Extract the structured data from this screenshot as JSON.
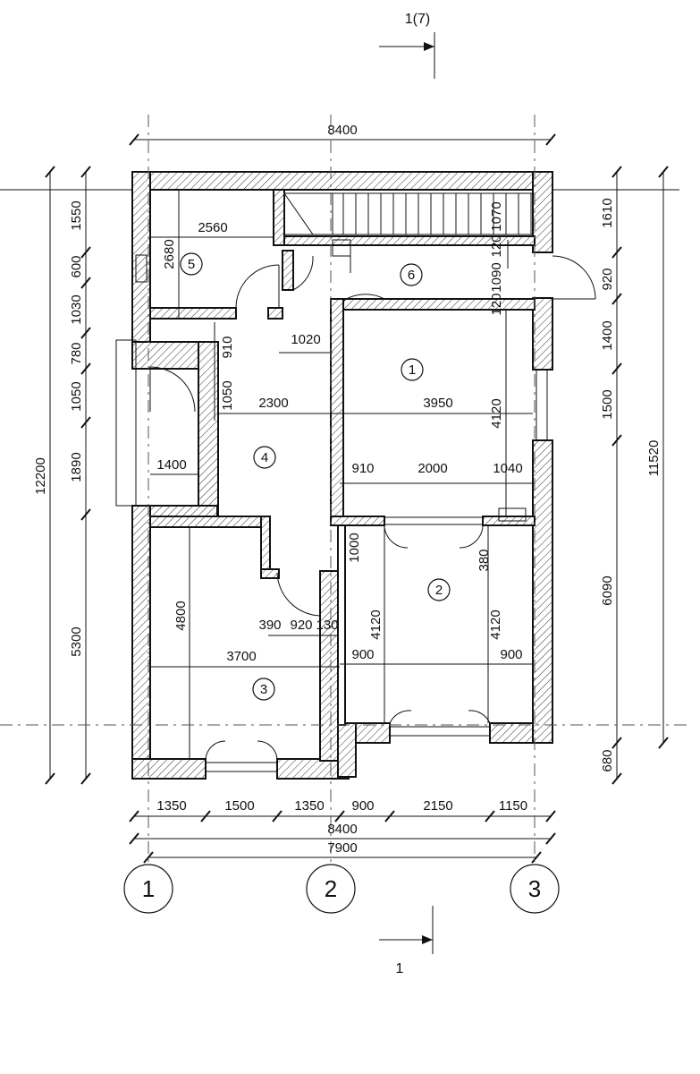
{
  "section_marks": {
    "top": "1(7)",
    "bottom": "1"
  },
  "rooms": [
    {
      "id": "room-1",
      "label": "1"
    },
    {
      "id": "room-2",
      "label": "2"
    },
    {
      "id": "room-3",
      "label": "3"
    },
    {
      "id": "room-4",
      "label": "4"
    },
    {
      "id": "room-5",
      "label": "5"
    },
    {
      "id": "room-6",
      "label": "6"
    }
  ],
  "axes": {
    "a1": "1",
    "a2": "2",
    "a3": "3"
  },
  "dims": {
    "top_overall": "8400",
    "bottom_overall": "8400",
    "bottom_axes": "7900",
    "bottom_chain": [
      "1350",
      "1500",
      "1350",
      "900",
      "2150",
      "1150"
    ],
    "left_overall": "12200",
    "left_chain": [
      "1550",
      "600",
      "1030",
      "780",
      "1050",
      "1890",
      "5300"
    ],
    "right_overall": "11520",
    "right_chain": [
      "1610",
      "920",
      "1400",
      "1500",
      "6090",
      "680"
    ],
    "room5_w": "2560",
    "room5_h": "2680",
    "corr_1020": "1020",
    "corr_910": "910",
    "corr_1050": "1050",
    "corr_2300": "2300",
    "stair_1070": "1070",
    "stair_120a": "120",
    "stair_1090": "1090",
    "stair_120b": "120",
    "r1_3950": "3950",
    "r1_4120": "4120",
    "r1_910": "910",
    "r1_2000": "2000",
    "r1_1040": "1040",
    "ent_1400": "1400",
    "r4_1000": "1000",
    "r2_380": "380",
    "r3_4800": "4800",
    "r3_3700": "3700",
    "r3_390": "390",
    "r3_920": "920",
    "r3_130": "130",
    "r4_4120": "4120",
    "r4_900": "900",
    "r2_4120": "4120",
    "r2_900": "900"
  }
}
